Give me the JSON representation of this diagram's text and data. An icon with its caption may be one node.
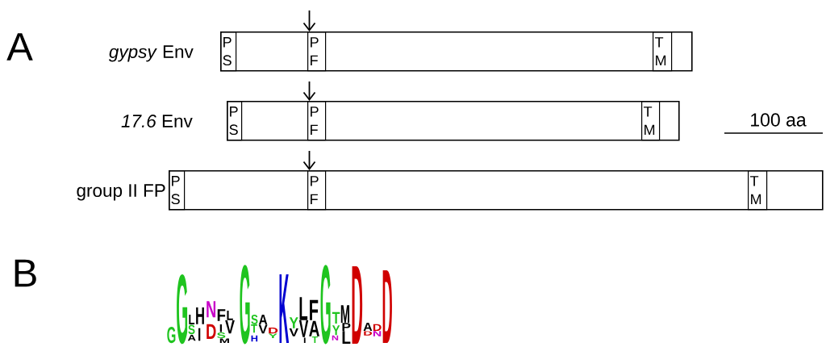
{
  "diagram": {
    "nodes": [
      {
        "text": [],
        "shape": "bar",
        "beside": [
          "*gypsy* Env"
        ]
      },
      {
        "text": [
          "P S"
        ],
        "in": 0
      },
      {
        "text": [
          "P F"
        ],
        "in": 0
      },
      {
        "text": [
          "T M"
        ],
        "in": 0
      },
      {
        "text": [],
        "shape": "bar",
        "beside": [
          "*17.6* Env"
        ]
      },
      {
        "text": [
          "P S"
        ],
        "in": 4
      },
      {
        "text": [
          "P F"
        ],
        "in": 4
      },
      {
        "text": [
          "T M"
        ],
        "in": 4
      },
      {
        "text": [],
        "shape": "bar",
        "beside": [
          "group II FP"
        ]
      },
      {
        "text": [
          "P S"
        ],
        "in": 8
      },
      {
        "text": [
          "P F"
        ],
        "in": 8
      },
      {
        "text": [
          "T M"
        ],
        "in": 8
      }
    ],
    "edges": [
      {
        "from": null,
        "to": 2,
        "arrow": "to"
      },
      {
        "from": null,
        "to": 6,
        "arrow": "to"
      },
      {
        "from": null,
        "to": 10,
        "arrow": "to"
      }
    ],
    "labels": [
      "A",
      "100 aa",
      "B",
      "G",
      "G",
      "L",
      "S",
      "A",
      "H",
      "I",
      "N",
      "D",
      "F",
      "I",
      "S",
      "M",
      "L",
      "V",
      "G",
      "S",
      "T",
      "H",
      "A",
      "V",
      "D",
      "Y",
      "K",
      "Y",
      "V",
      "L",
      "V",
      "I",
      "F",
      "A",
      "T",
      "G",
      "T",
      "Y",
      "N",
      "M",
      "P",
      "L",
      "D",
      "A",
      "D",
      "D",
      "N",
      "D"
    ]
  }
}
